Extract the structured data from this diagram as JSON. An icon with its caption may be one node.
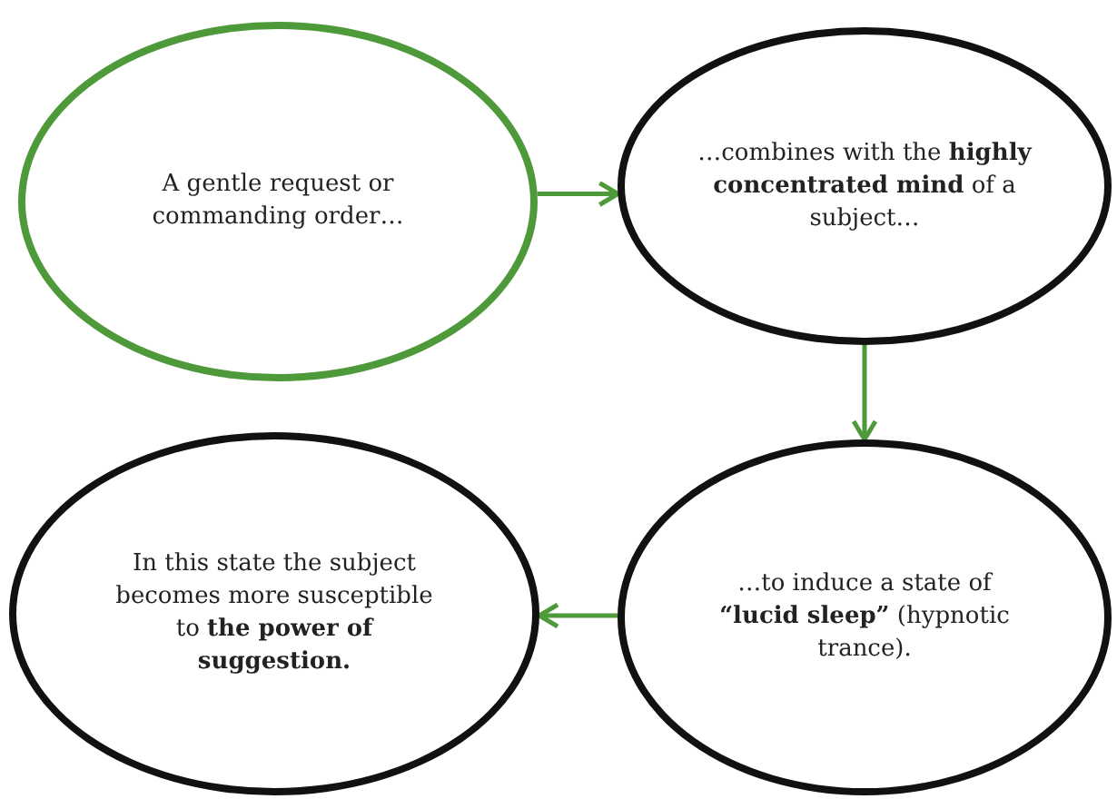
{
  "diagram": {
    "nodes": [
      {
        "text": [
          "A gentle request or commanding order…"
        ]
      },
      {
        "text": [
          "…combines with the **highly concentrated mind** of a subject…"
        ]
      },
      {
        "text": [
          "…to induce a state of **“lucid sleep”** (hypnotic trance)."
        ]
      },
      {
        "text": [
          "In this state the subject becomes more susceptible to **the power of suggestion.**"
        ]
      }
    ],
    "edges": [
      {
        "from": 0,
        "to": 1,
        "arrow": "to"
      },
      {
        "from": 1,
        "to": 2,
        "arrow": "to"
      },
      {
        "from": 2,
        "to": 3,
        "arrow": "to"
      }
    ]
  }
}
